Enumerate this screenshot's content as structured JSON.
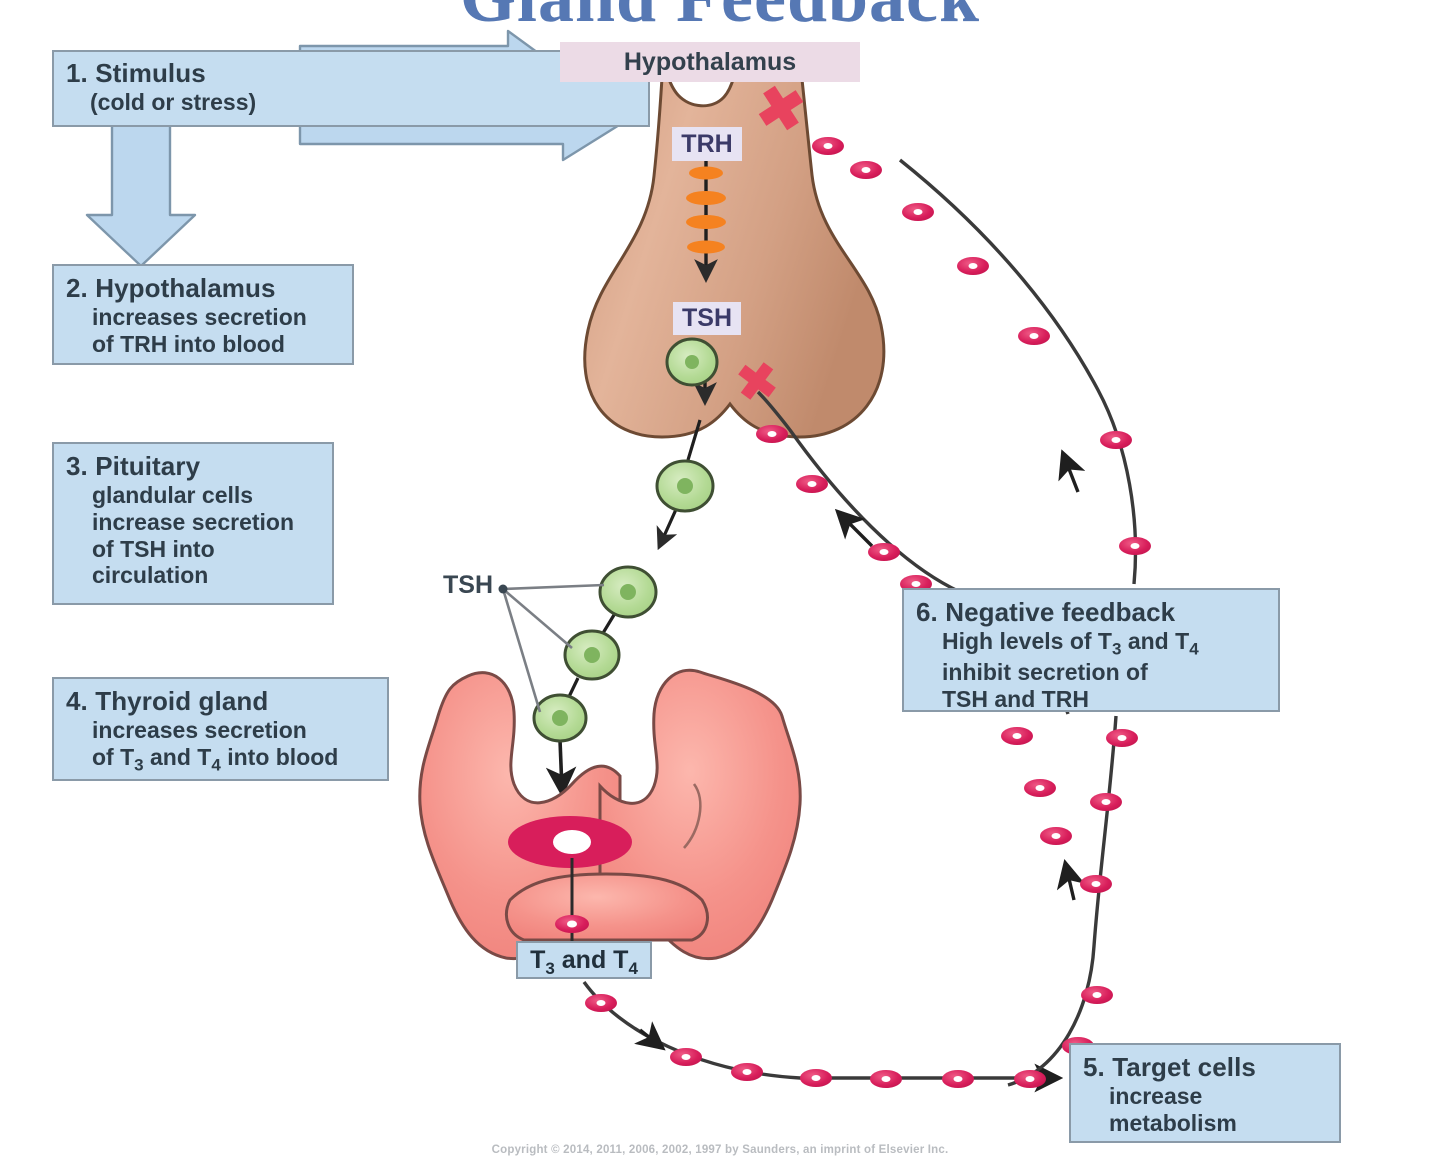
{
  "figure": {
    "title": "Gland Feedback",
    "copyright": "Copyright © 2014, 2011, 2006, 2002, 1997 by Saunders, an imprint of Elsevier Inc."
  },
  "colors": {
    "box_fill": "#c5ddf0",
    "box_border": "#8a9aa8",
    "title_blue": "#5678b4",
    "hypothalamus_label_fill": "#ecdbe6",
    "hormone_label_fill": "#e7e3f3",
    "pituitary_tan": "#d9a184",
    "thyroid_pink": "#f2857f",
    "tsh_cell_green": "#a8d18a",
    "t3t4_crimson": "#d81e5b",
    "inhibit_x_red": "#e8435e",
    "trh_granule_orange": "#f58220",
    "stimulus_arrow_fill": "#bcd7ee",
    "stimulus_arrow_stroke": "#7d96ab"
  },
  "steps": [
    {
      "id": "stimulus",
      "head": "1. Stimulus",
      "body": [
        "(cold or stress)"
      ]
    },
    {
      "id": "hypothalamus",
      "head": "2. Hypothalamus",
      "body": [
        "increases secretion",
        "of TRH into blood"
      ]
    },
    {
      "id": "pituitary",
      "head": "3. Pituitary",
      "body": [
        "glandular cells",
        "increase secretion",
        "of TSH into",
        "circulation"
      ]
    },
    {
      "id": "thyroid",
      "head": "4. Thyroid gland",
      "body_html": [
        "increases secretion",
        "of T<sub>3</sub> and T<sub>4</sub> into blood"
      ]
    },
    {
      "id": "target",
      "head": "5. Target cells",
      "body": [
        "increase",
        "metabolism"
      ]
    },
    {
      "id": "negative-feedback",
      "head": "6. Negative feedback",
      "body_html": [
        "High levels of T<sub>3</sub> and T<sub>4</sub>",
        "inhibit secretion of",
        "TSH and TRH"
      ]
    }
  ],
  "labels": {
    "hypothalamus": "Hypothalamus",
    "trh": "TRH",
    "tsh_pituitary": "TSH",
    "tsh_leader": "TSH",
    "t3_and_t4_html": "T<sub>3</sub> and T<sub>4</sub>"
  },
  "anatomy": {
    "hypothalamus_pituitary": "hypothalamus-pituitary-organ",
    "thyroid": "thyroid-gland-organ",
    "trh_granule_count": 4,
    "tsh_cell_count": 4,
    "tsh_leader_lines": 3,
    "inhibition_marks": 2
  },
  "pathways": [
    {
      "name": "stimulus-to-hypothalamus-arrow-upper",
      "kind": "block-arrow"
    },
    {
      "name": "stimulus-to-hypothalamus-arrow-lower",
      "kind": "block-arrow"
    },
    {
      "name": "stimulus-down-arrow",
      "kind": "block-arrow"
    },
    {
      "name": "trh-to-pituitary-arrow",
      "kind": "secretion"
    },
    {
      "name": "tsh-to-thyroid-arrow",
      "kind": "secretion"
    },
    {
      "name": "thyroid-to-t3t4-arrow",
      "kind": "secretion"
    },
    {
      "name": "t3t4-to-target-cells-arrow",
      "kind": "hormone-transport"
    },
    {
      "name": "feedback-to-pituitary-arrow",
      "kind": "negative-feedback"
    },
    {
      "name": "feedback-to-hypothalamus-arrow",
      "kind": "negative-feedback"
    }
  ]
}
